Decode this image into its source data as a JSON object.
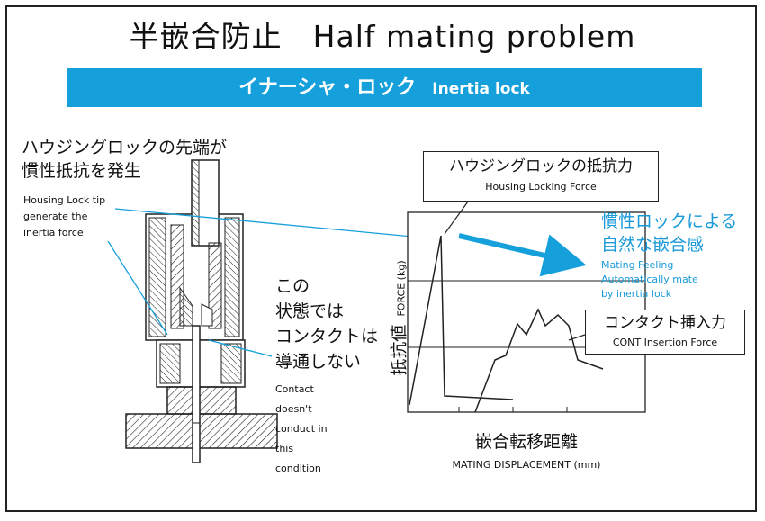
{
  "title": "半嵌合防止　Half mating problem",
  "banner": {
    "jp": "イナーシャ・ロック",
    "en": "Inertia lock"
  },
  "left_label": {
    "jp_line1": "ハウジングロックの先端が",
    "jp_line2": "慣性抵抗を発生",
    "en_line1": "Housing Lock tip",
    "en_line2": "generate the",
    "en_line3": "inertia force"
  },
  "contact_label": {
    "jp_line1": "この",
    "jp_line2": "状態では",
    "jp_line3": "コンタクトは",
    "jp_line4": "導通しない",
    "en_line1": "Contact",
    "en_line2": "doesn't",
    "en_line3": "conduct in",
    "en_line4": "this",
    "en_line5": "condition"
  },
  "lock_force_box": {
    "jp": "ハウジングロックの抵抗力",
    "en": "Housing Locking Force"
  },
  "mating_feeling": {
    "jp_line1": "慣性ロックによる",
    "jp_line2": "自然な嵌合感",
    "en_line1": "Mating Feeling",
    "en_line2": "Automatically mate",
    "en_line3": "by inertia lock"
  },
  "insertion_box": {
    "jp": "コンタクト挿入力",
    "en": "CONT Insertion Force"
  },
  "y_axis": {
    "jp": "抵抗値",
    "en": "FORCE (kg)"
  },
  "x_axis": {
    "jp": "嵌合転移距離",
    "en": "MATING DISPLACEMENT (mm)"
  },
  "colors": {
    "accent": "#15a0dc",
    "line": "#222222"
  }
}
